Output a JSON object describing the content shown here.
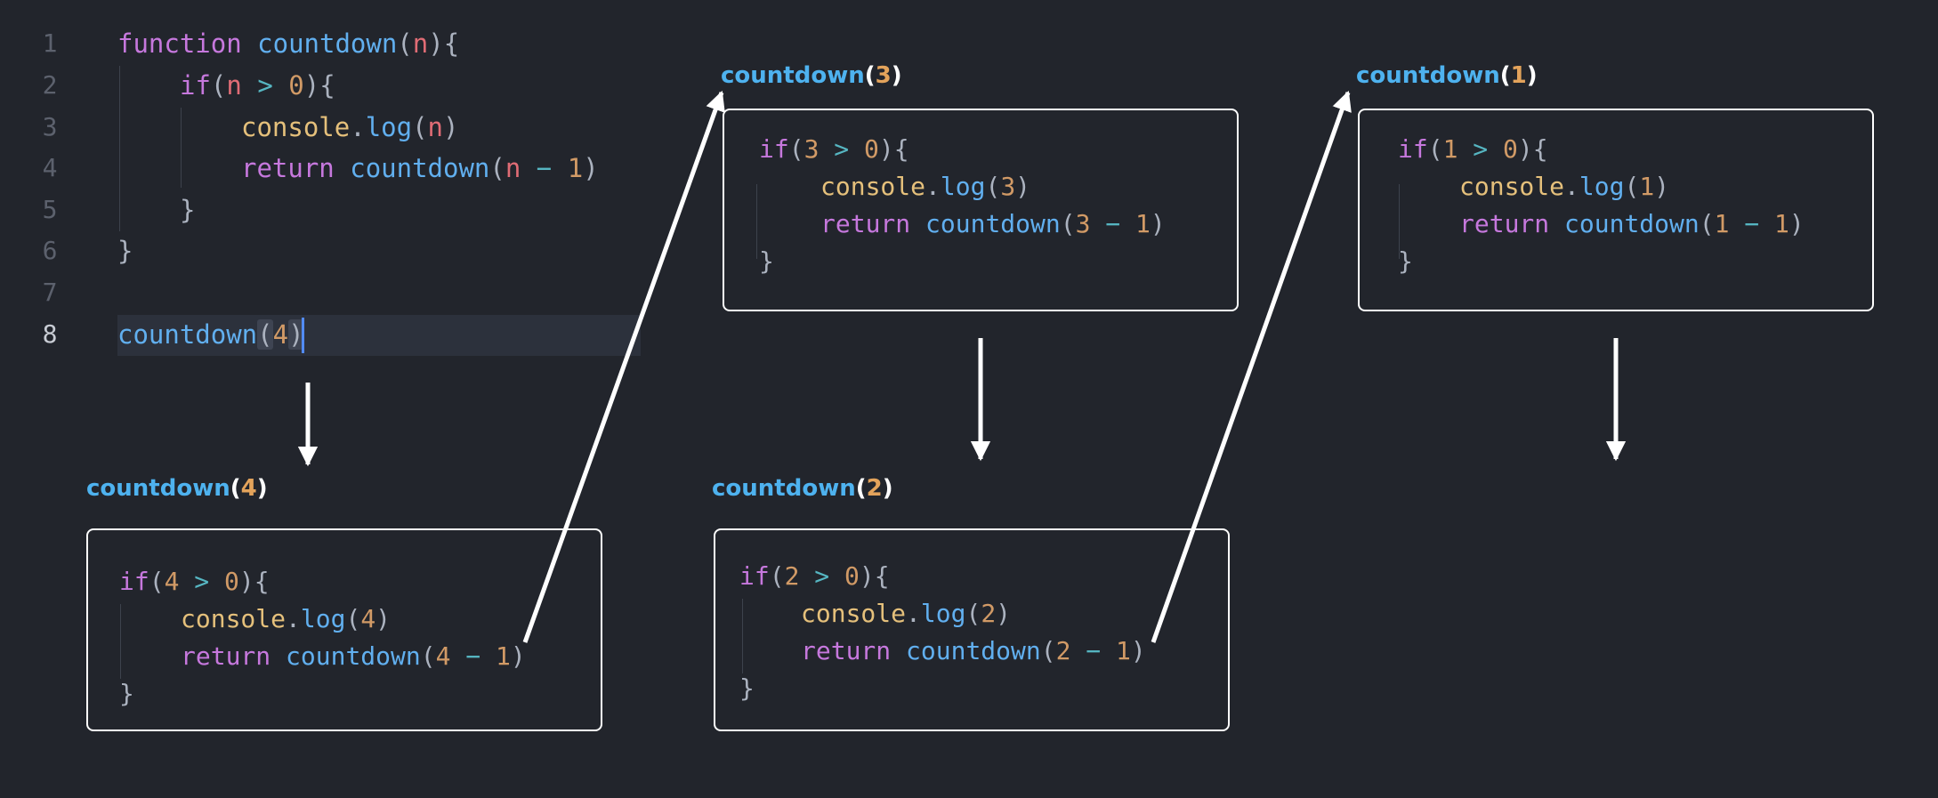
{
  "editor": {
    "line_numbers": [
      "1",
      "2",
      "3",
      "4",
      "5",
      "6",
      "7",
      "8"
    ],
    "code": {
      "kw_function": "function",
      "fn_name": "countdown",
      "param": "n",
      "kw_if": "if",
      "gt": ">",
      "zero": "0",
      "console": "console",
      "dot": ".",
      "log": "log",
      "kw_return": "return",
      "minus": "−",
      "one": "1",
      "call_arg": "4"
    }
  },
  "frames": [
    {
      "fn": "countdown",
      "arg": "4",
      "n": "4"
    },
    {
      "fn": "countdown",
      "arg": "3",
      "n": "3"
    },
    {
      "fn": "countdown",
      "arg": "2",
      "n": "2"
    },
    {
      "fn": "countdown",
      "arg": "1",
      "n": "1"
    }
  ],
  "colors": {
    "background": "#22252c",
    "keyword": "#c678dd",
    "function": "#61afef",
    "number": "#d19a66",
    "variable": "#e06c75",
    "operator": "#56b6c2",
    "object": "#e5c07b",
    "box_border": "#ffffff",
    "arrow": "#ffffff"
  }
}
